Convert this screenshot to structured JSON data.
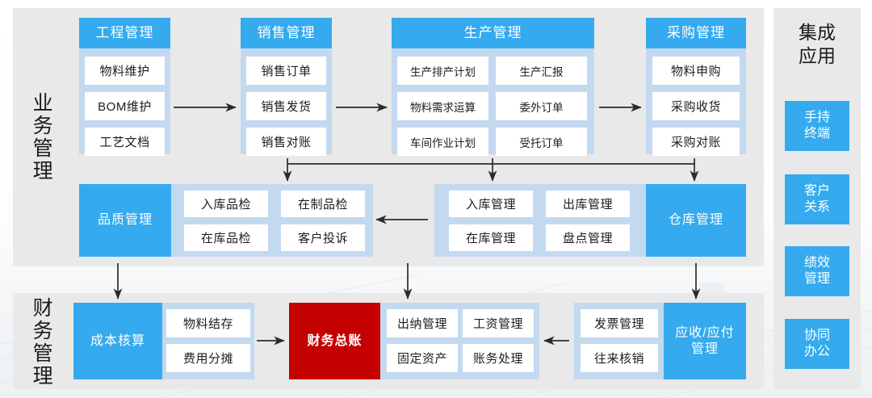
{
  "sections": {
    "business": {
      "label": "业务管理"
    },
    "finance": {
      "label": "财务管理"
    }
  },
  "rail": {
    "title": "集成\n应用",
    "title_line1": "集成",
    "title_line2": "应用",
    "buttons": [
      {
        "line1": "手持",
        "line2": "终端"
      },
      {
        "line1": "客户",
        "line2": "关系"
      },
      {
        "line1": "绩效",
        "line2": "管理"
      },
      {
        "line1": "协同",
        "line2": "办公"
      }
    ]
  },
  "groups": {
    "engineering": {
      "header": "工程管理",
      "cells": [
        "物料维护",
        "BOM维护",
        "工艺文档"
      ]
    },
    "sales": {
      "header": "销售管理",
      "cells": [
        "销售订单",
        "销售发货",
        "销售对账"
      ]
    },
    "production": {
      "header": "生产管理",
      "cells_left": [
        "生产排产计划",
        "物料需求运算",
        "车间作业计划"
      ],
      "cells_right": [
        "生产汇报",
        "委外订单",
        "受托订单"
      ]
    },
    "purchasing": {
      "header": "采购管理",
      "cells": [
        "物料申购",
        "采购收货",
        "采购对账"
      ]
    },
    "quality": {
      "side": "品质管理",
      "cells_left": [
        "入库品检",
        "在库品检"
      ],
      "cells_right": [
        "在制品检",
        "客户投诉"
      ]
    },
    "warehouse": {
      "side": "仓库管理",
      "cells_left": [
        "入库管理",
        "在库管理"
      ],
      "cells_right": [
        "出库管理",
        "盘点管理"
      ]
    },
    "cost": {
      "side": "成本核算",
      "cells": [
        "物料结存",
        "费用分摊"
      ]
    },
    "ledger": {
      "side": "财务总账",
      "cells_left": [
        "出纳管理",
        "固定资产"
      ],
      "cells_right": [
        "工资管理",
        "账务处理"
      ]
    },
    "receivable": {
      "side_line1": "应收/应付",
      "side_line2": "管理",
      "cells": [
        "发票管理",
        "往来核销"
      ]
    }
  },
  "colors": {
    "accent_blue": "#35aaee",
    "group_blue": "#c3d9f0",
    "panel_gray": "#e9e9e9",
    "ledger_red": "#c50000",
    "cell_white": "#ffffff"
  }
}
